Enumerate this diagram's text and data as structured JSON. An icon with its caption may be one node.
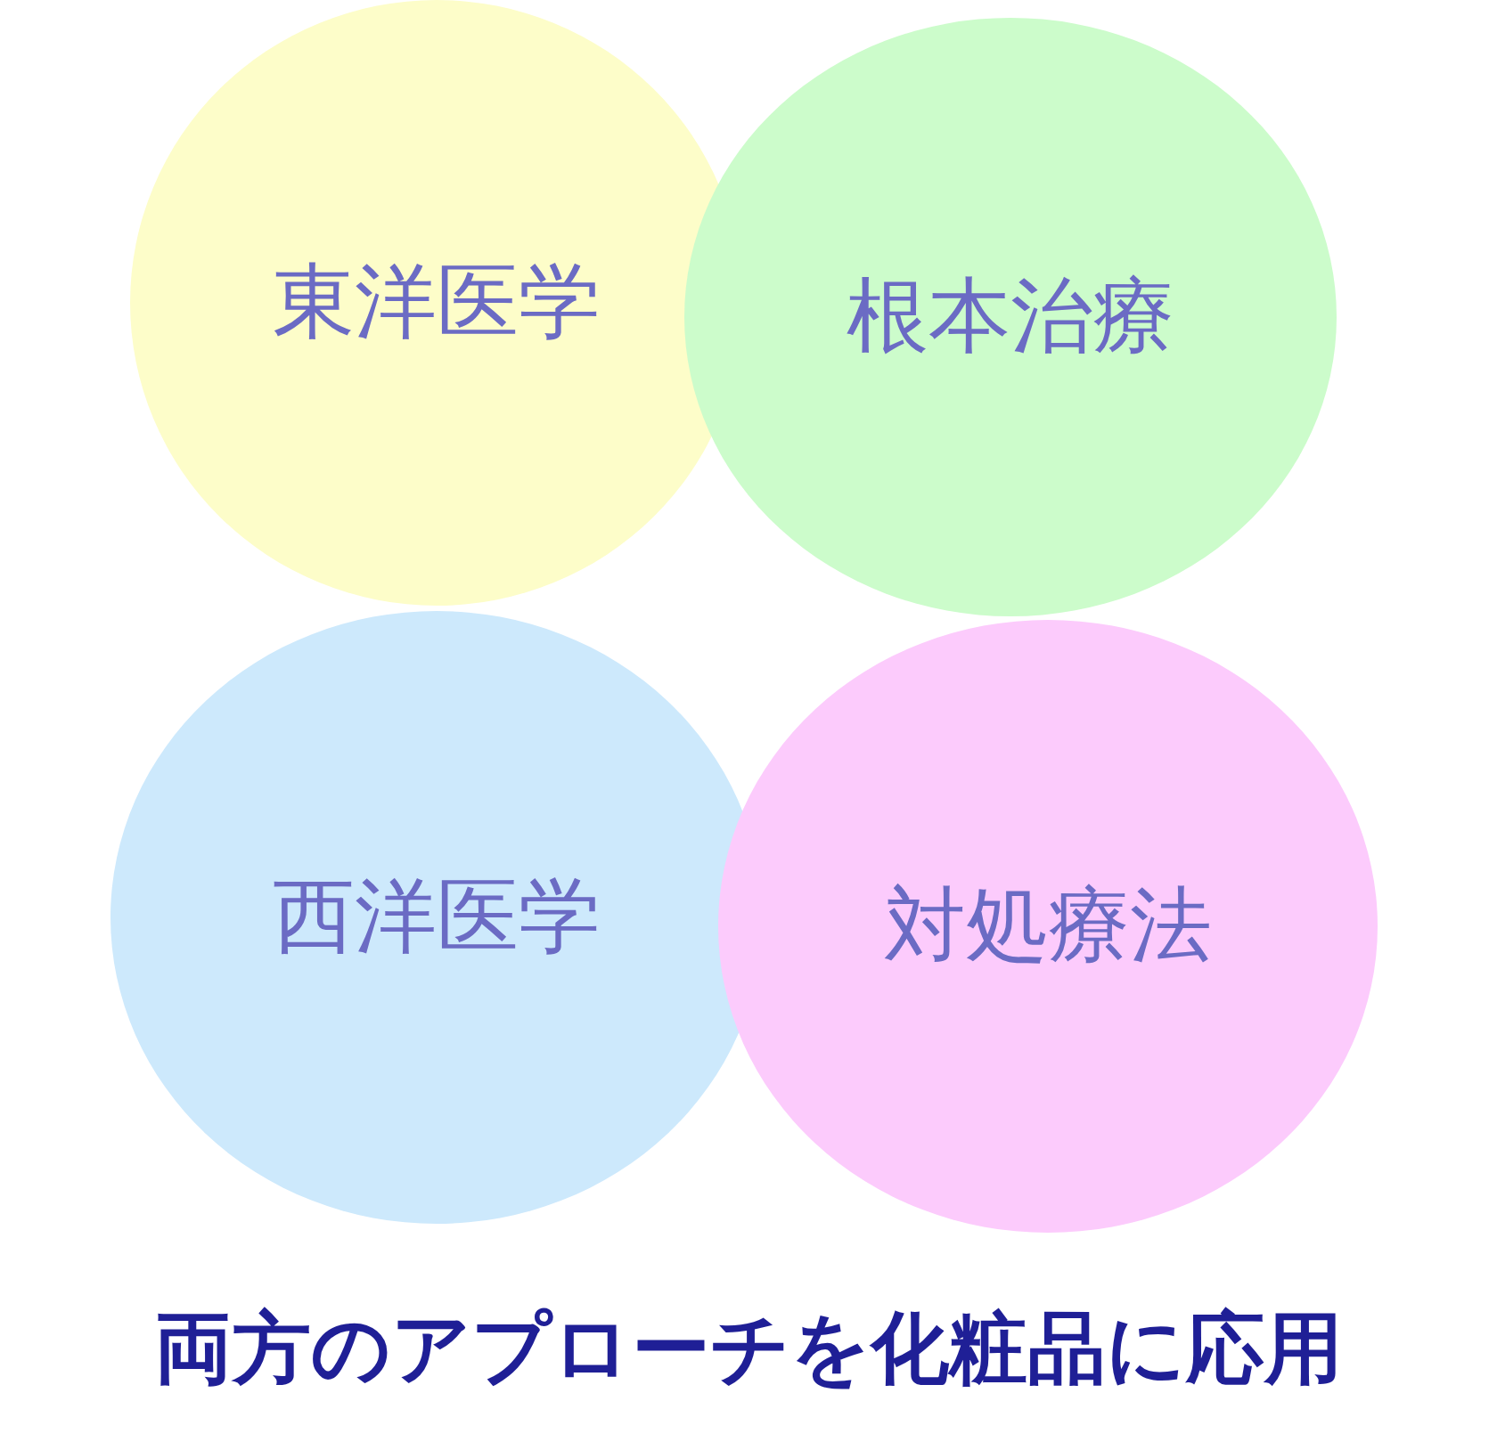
{
  "diagram": {
    "caption": "両方のアプローチを化粧品に応用",
    "nodes": [
      {
        "text": [
          "東洋医学"
        ]
      },
      {
        "text": [
          "根本治療"
        ]
      },
      {
        "text": [
          "西洋医学"
        ]
      },
      {
        "text": [
          "対処療法"
        ]
      }
    ]
  }
}
